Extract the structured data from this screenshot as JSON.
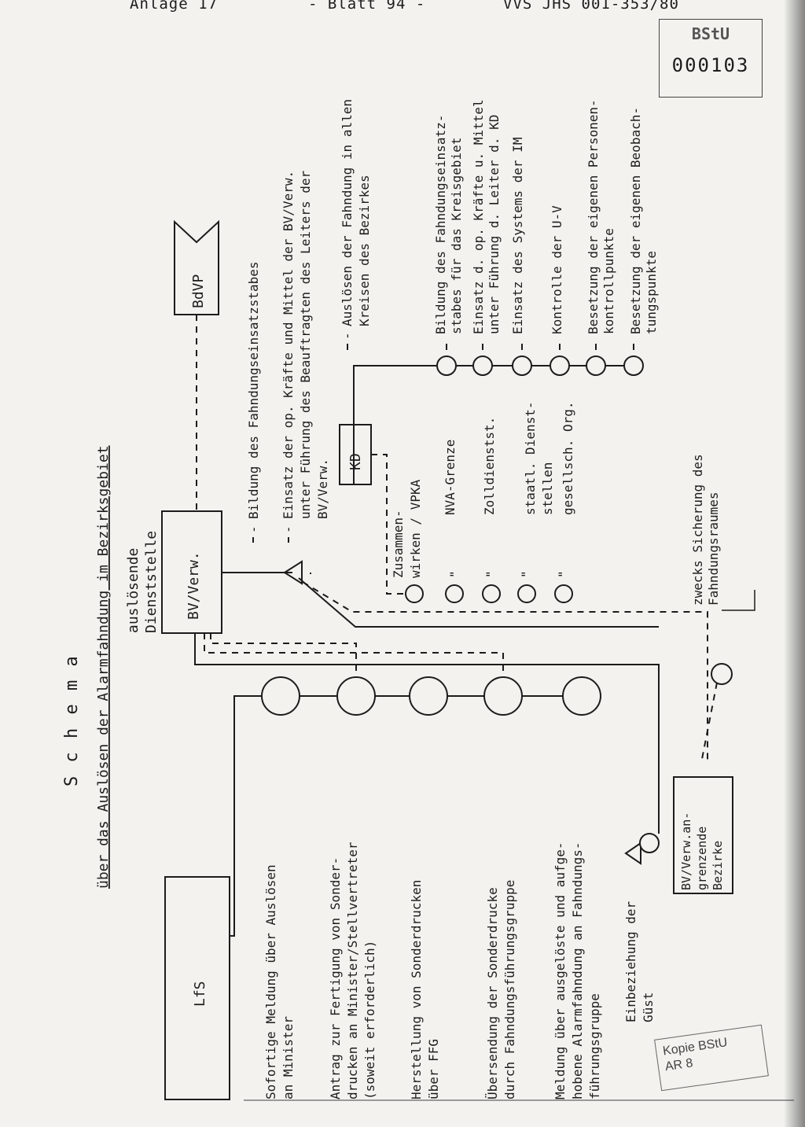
{
  "header": {
    "anlage": "Anlage 17",
    "blatt": "- Blatt 94 -",
    "vvs": "VVS JHS 001-353/80"
  },
  "stamp": {
    "line1": "BStU",
    "line2": "000103"
  },
  "copy_stamp": {
    "line1": "Kopie BStU",
    "line2": "AR 8"
  },
  "title": {
    "line1": "S c h e m a",
    "line2": "über das Auslösen der Alarmfahndung im Bezirksgebiet"
  },
  "boxes": {
    "lfs": "LfS",
    "bv": "BV/Verw.",
    "bv_caption": [
      "auslösende",
      "Dienststelle"
    ],
    "kd": "KD",
    "bdvp": "BdVP",
    "bv_an": [
      "BV/Verw.an-",
      "grenzende",
      "Bezirke"
    ]
  },
  "left_steps": [
    [
      "Sofortige Meldung über Auslösen",
      "an Minister"
    ],
    [
      "Antrag zur Fertigung von Sonder-",
      "drucken an Minister/Stellvertreter",
      "(soweit erforderlich)"
    ],
    [
      "Herstellung von Sonderdrucken",
      "über FFG"
    ],
    [
      "Übersendung der Sonderdrucke",
      "durch Fahndungsführungsgruppe"
    ],
    [
      "Meldung über ausgelöste und aufge-",
      "hobene Alarmfahndung an Fahndungs-",
      "führungsgruppe"
    ],
    [
      "Einbeziehung der",
      "Güst"
    ]
  ],
  "bv_tasks": [
    [
      "Bildung des Fahndungseinsatzstabes"
    ],
    [
      "Einsatz der op. Kräfte und Mittel der BV/Verw.",
      "unter Führung des Beauftragten des Leiters der",
      "BV/Verw."
    ],
    [
      "Auslösen der Fahndung in allen",
      "Kreisen des Bezirkes"
    ]
  ],
  "kd_tasks": [
    [
      "Bildung des Fahndungseinsatz-",
      "stabes für das Kreisgebiet"
    ],
    [
      "Einsatz d. op. Kräfte u. Mittel",
      "unter Führung d. Leiter d. KD"
    ],
    [
      "Einsatz des Systems der IM"
    ],
    [
      "Kontrolle der U-V"
    ],
    [
      "Besetzung der eigenen Personen-",
      "kontrollpunkte"
    ],
    [
      "Besetzung der eigenen Beobach-",
      "tungspunkte"
    ]
  ],
  "cooperation": {
    "header": [
      "Zusammen-",
      "wirken / VPKA"
    ],
    "ditto": "\"",
    "items": [
      [
        "NVA-Grenze"
      ],
      [
        "Zolldienstst."
      ],
      [
        "staatl. Dienst-",
        "stellen"
      ],
      [
        "gesellsch. Org."
      ]
    ]
  },
  "zwecks": [
    "zwecks Sicherung des",
    "Fahndungsraumes"
  ]
}
